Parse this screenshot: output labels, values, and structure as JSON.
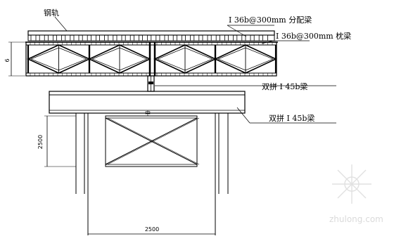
{
  "labels": {
    "steel_plate": "钢轨",
    "distribution_beam": "I 36b@300mm 分配梁",
    "sleeper_beam": "I 36b@300mm 枕梁",
    "double_i45b_upper": "双拼 I 45b梁",
    "double_i45b_lower": "双拼 I 45b梁",
    "center_mark": "中"
  },
  "dimensions": {
    "truss_height": "6",
    "pier_height": "2500",
    "pier_width": "2500"
  },
  "watermark": {
    "text": "zhulong.com"
  }
}
